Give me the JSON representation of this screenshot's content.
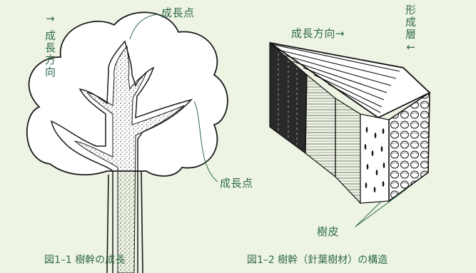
{
  "figure1": {
    "caption": "図1–1 樹幹の成長",
    "label_top": "成長点",
    "label_right": "成長点",
    "label_vertical_arrow": "↑",
    "label_vertical": "成長方向"
  },
  "figure2": {
    "caption": "図1–2 樹幹（針葉樹材）の構造",
    "label_direction": "成長方向→",
    "label_cambium": "形成層",
    "label_cambium_arrow": "↓",
    "label_bark": "樹皮"
  },
  "colors": {
    "background": "#eef4e4",
    "label": "#2f6a4c",
    "ink": "#1a1a1a"
  }
}
